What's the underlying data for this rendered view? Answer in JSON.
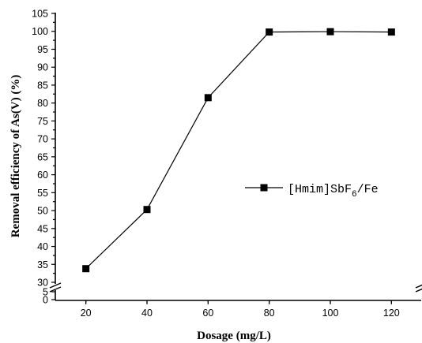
{
  "chart_data": {
    "type": "line",
    "title": "",
    "xlabel": "Dosage (mg/L)",
    "ylabel": "Removal efficiency of As(V) (%)",
    "x": [
      20,
      40,
      60,
      80,
      100,
      120
    ],
    "xlim": [
      10,
      130
    ],
    "x_ticks": [
      20,
      40,
      60,
      80,
      100,
      120
    ],
    "ylim": [
      0,
      105
    ],
    "y_break": [
      5,
      30
    ],
    "y_ticks_lower": [
      0,
      5
    ],
    "y_ticks_upper": [
      30,
      35,
      40,
      45,
      50,
      55,
      60,
      65,
      70,
      75,
      80,
      85,
      90,
      95,
      100,
      105
    ],
    "series": [
      {
        "name_prefix": "[Hmim]SbF",
        "name_subscript": "6",
        "name_suffix": "/Fe",
        "values": [
          33.8,
          50.3,
          81.5,
          99.8,
          99.9,
          99.8
        ]
      }
    ],
    "legend": "center-right",
    "grid": false,
    "marker": "square",
    "line_color": "#000000",
    "marker_color": "#000000"
  }
}
